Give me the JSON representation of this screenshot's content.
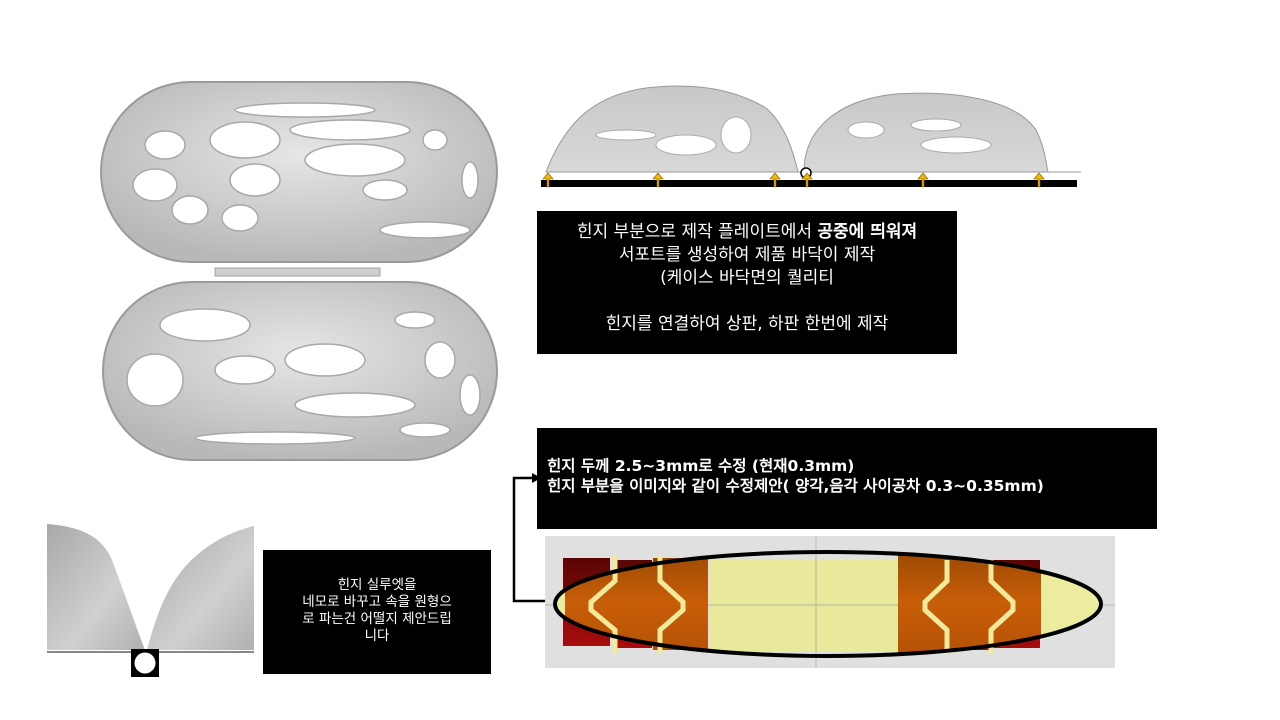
{
  "slide": {
    "background": "#ffffff",
    "figures": {
      "case_top_view": {
        "description": "3D printed voronoi earbud case, open, top view (upper and lower shells joined by hinge)"
      },
      "case_side_view": {
        "description": "Side view of case halves on build plate with support arrows",
        "support_arrow_count": 6,
        "arrow_color": "#f2b705"
      },
      "hinge_closeup": {
        "description": "Close-up of hinge silhouette with circular marker"
      },
      "hinge_diagram": {
        "description": "Hinge cross-section proposal with interlocking chevron shapes",
        "colors": {
          "dark_red": "#8a0a0a",
          "orange": "#c25a06",
          "pale_yellow": "#ecec9e",
          "grey_bg": "#e0e0e0"
        }
      }
    },
    "notes": {
      "support_note": {
        "line1_regular": "힌지 부분으로 제작 플레이트에서 ",
        "line1_bold": "공중에 띄워져",
        "line2": "서포트를 생성하여 제품 바닥이 제작",
        "line3": "(케이스 바닥면의 퀄리티",
        "line4": "힌지를 연결하여 상판, 하판 한번에 제작"
      },
      "hinge_spec_note": {
        "line1": "힌지 두께 2.5~3mm로 수정 (현재0.3mm)",
        "line2": "힌지 부분을 이미지와 같이 수정제안( 양각,음각 사이공차 0.3~0.35mm)"
      },
      "silhouette_note": {
        "line1": "힌지 실루엣을",
        "line2": "네모로 바꾸고 속을 원형으",
        "line3": "로 파는건 어떨지 제안드립",
        "line4": "니다"
      }
    }
  }
}
